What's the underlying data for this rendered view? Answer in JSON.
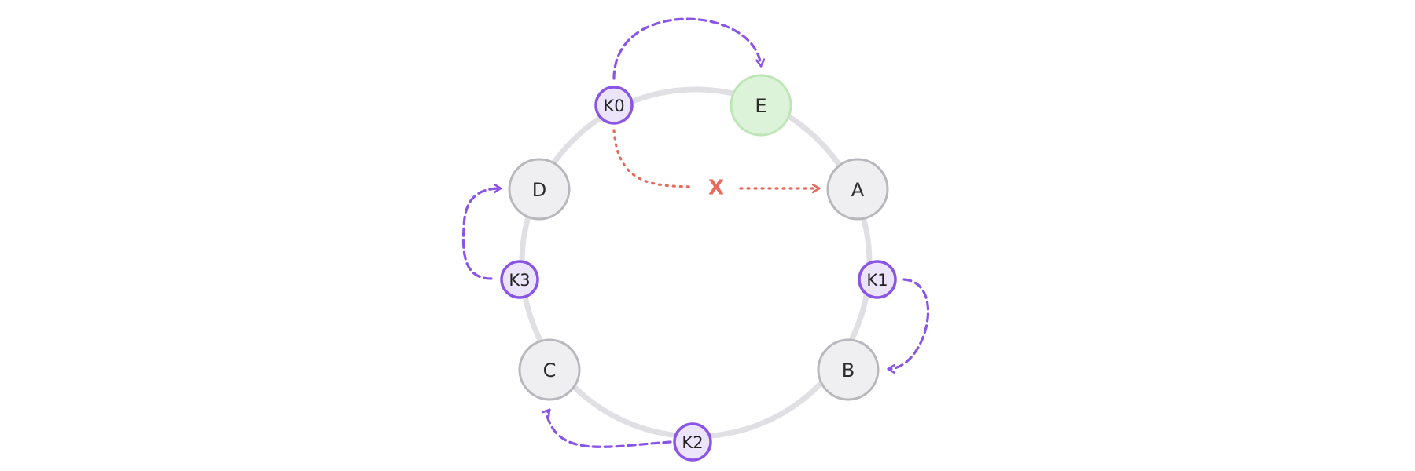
{
  "colors": {
    "ring": "#e0e0e4",
    "server_fill": "#efeff1",
    "server_stroke": "#b7b7bd",
    "new_server_fill": "#ddf3d9",
    "new_server_stroke": "#bde5b6",
    "key_fill": "#ece4fb",
    "key_stroke": "#8a55e6",
    "key_arrow": "#8a55e6",
    "failed_arrow": "#e86a5c"
  },
  "servers": [
    {
      "id": "E",
      "label": "E",
      "is_new": true
    },
    {
      "id": "A",
      "label": "A",
      "is_new": false
    },
    {
      "id": "B",
      "label": "B",
      "is_new": false
    },
    {
      "id": "C",
      "label": "C",
      "is_new": false
    },
    {
      "id": "D",
      "label": "D",
      "is_new": false
    }
  ],
  "keys": [
    {
      "id": "K0",
      "label": "K0",
      "maps_to": "E"
    },
    {
      "id": "K1",
      "label": "K1",
      "maps_to": "B"
    },
    {
      "id": "K2",
      "label": "K2",
      "maps_to": "C"
    },
    {
      "id": "K3",
      "label": "K3",
      "maps_to": "D"
    }
  ],
  "failed_route": {
    "from": "K0",
    "to": "A",
    "marker": "X"
  }
}
